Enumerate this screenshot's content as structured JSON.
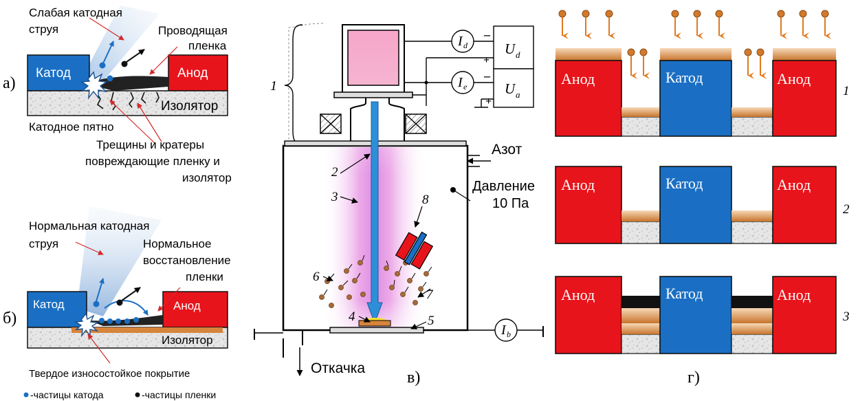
{
  "panel_labels": {
    "a": "а)",
    "b": "б)",
    "v": "в)",
    "g": "г)"
  },
  "panel_a": {
    "weak_jet": "Слабая катодная",
    "weak_jet_2": "струя",
    "conducting_film": "Проводящая",
    "conducting_film_2": "пленка",
    "cathode": "Катод",
    "anode": "Анод",
    "insulator": "Изолятор",
    "cathode_spot": "Катодное пятно",
    "cracks_1": "Трещины и кратеры",
    "cracks_2": "повреждающие пленку и",
    "cracks_3": "изолятор"
  },
  "panel_b": {
    "normal_jet": "Нормальная катодная",
    "normal_jet_2": "струя",
    "restoration": "Нормальное",
    "restoration_2": "восстановление",
    "restoration_3": "пленки",
    "cathode": "Катод",
    "anode": "Анод",
    "insulator": "Изолятор",
    "coating": "Твердое износостойкое покрытие",
    "legend_cathode": "-частицы катода",
    "legend_film": "-частицы пленки"
  },
  "panel_v": {
    "nitrogen": "Азот",
    "pressure": "Давление",
    "pressure_2": "10 Па",
    "pumping": "Откачка",
    "num_1": "1",
    "num_2": "2",
    "num_3": "3",
    "num_4": "4",
    "num_5": "5",
    "num_6": "6",
    "num_7": "7",
    "num_8": "8",
    "Id": "I",
    "Id_sub": "d",
    "Ie": "I",
    "Ie_sub": "e",
    "Ib": "I",
    "Ib_sub": "b",
    "Ud": "U",
    "Ud_sub": "d",
    "Ua": "U",
    "Ua_sub": "a",
    "minus": "–",
    "plus": "+"
  },
  "panel_g": {
    "rows": [
      {
        "num": "1",
        "left": "Анод",
        "center": "Катод",
        "right": "Анод"
      },
      {
        "num": "2",
        "left": "Анод",
        "center": "Катод",
        "right": "Анод"
      },
      {
        "num": "3",
        "left": "Анод",
        "center": "Катод",
        "right": "Анод"
      }
    ]
  },
  "colors": {
    "cathode_blue": "#1a6fc4",
    "anode_red": "#e8141b",
    "film_orange": "#d7843c",
    "insulator_gray": "#e4e4e4",
    "plasma_pink": "#e88ee0",
    "beam_blue": "#2d8fd8"
  }
}
